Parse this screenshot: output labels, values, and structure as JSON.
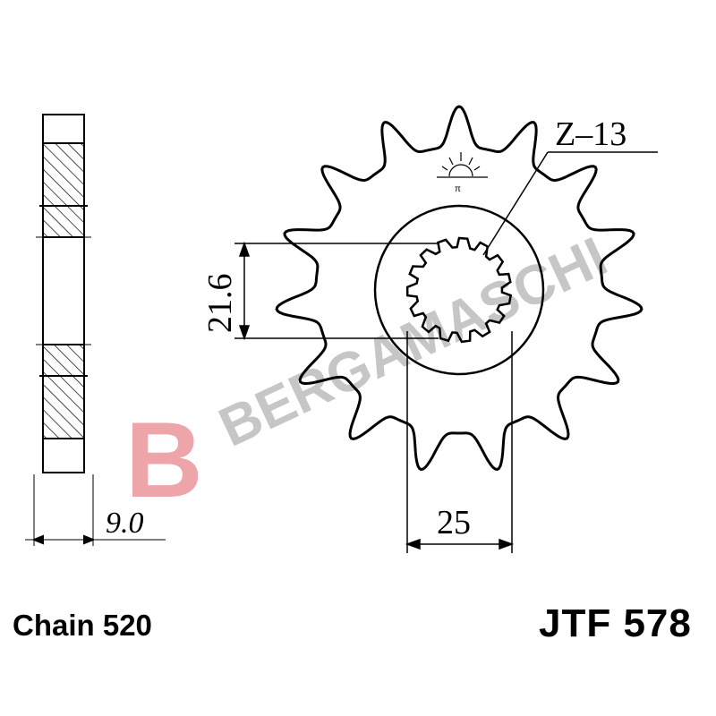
{
  "title": {
    "part_number": "JTF 578",
    "chain": "Chain 520"
  },
  "dimensions": {
    "teeth": "Z–13",
    "thickness": "9.0",
    "bore_inner": "21.6",
    "bore_outer": "25"
  },
  "watermark": {
    "text": "BERGAMASCHI",
    "logo_letter": "B",
    "logo_color": "#e8888e",
    "text_color": "#bdbdbd"
  },
  "drawing": {
    "teeth_drawn": 15,
    "splines": 15
  }
}
